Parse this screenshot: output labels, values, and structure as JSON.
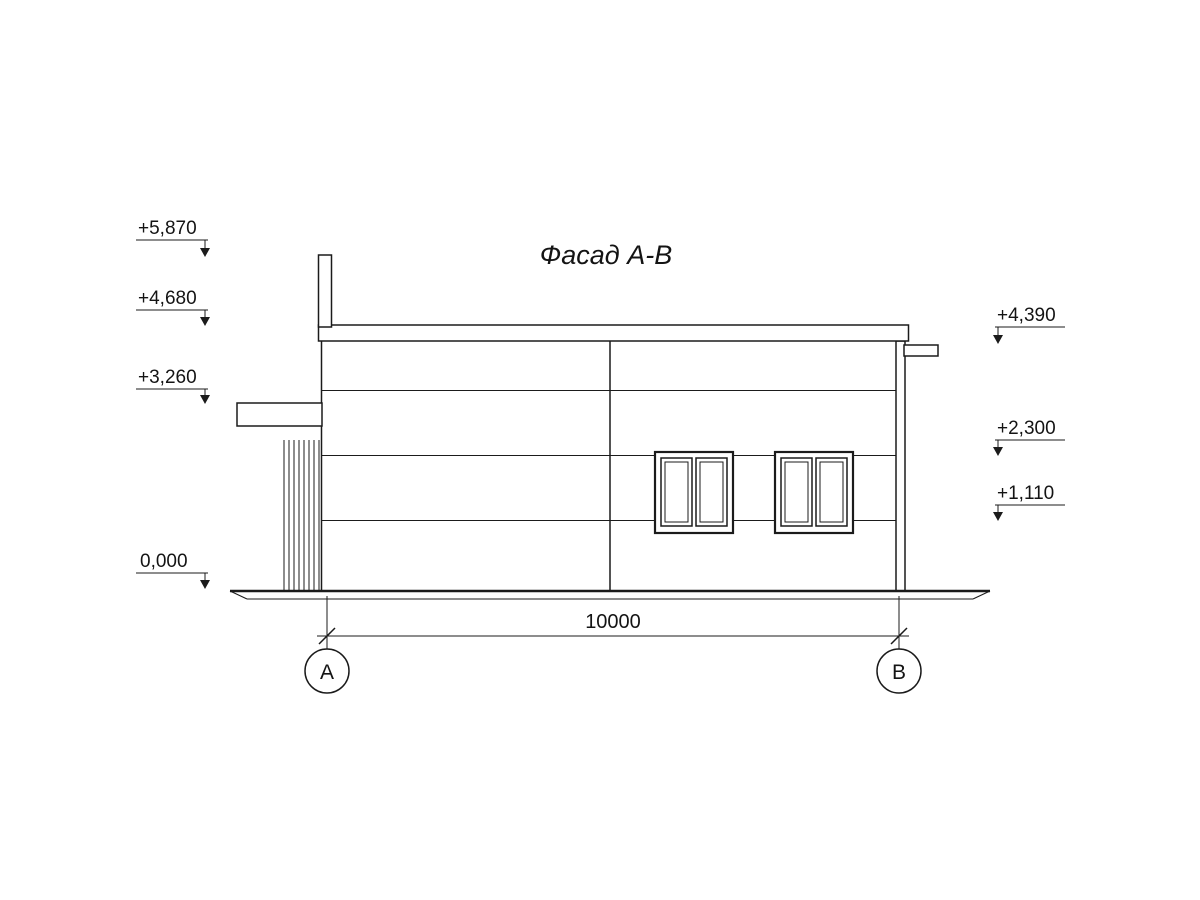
{
  "title": "Фасад А-В",
  "drawing": {
    "dimension": {
      "label": "10000"
    },
    "axes": {
      "a": "А",
      "b": "В"
    },
    "elevations_left": [
      {
        "label": "+5,870"
      },
      {
        "label": "+4,680"
      },
      {
        "label": "+3,260"
      },
      {
        "label": "0,000"
      }
    ],
    "elevations_right": [
      {
        "label": "+4,390"
      },
      {
        "label": "+2,300"
      },
      {
        "label": "+1,110"
      }
    ]
  }
}
